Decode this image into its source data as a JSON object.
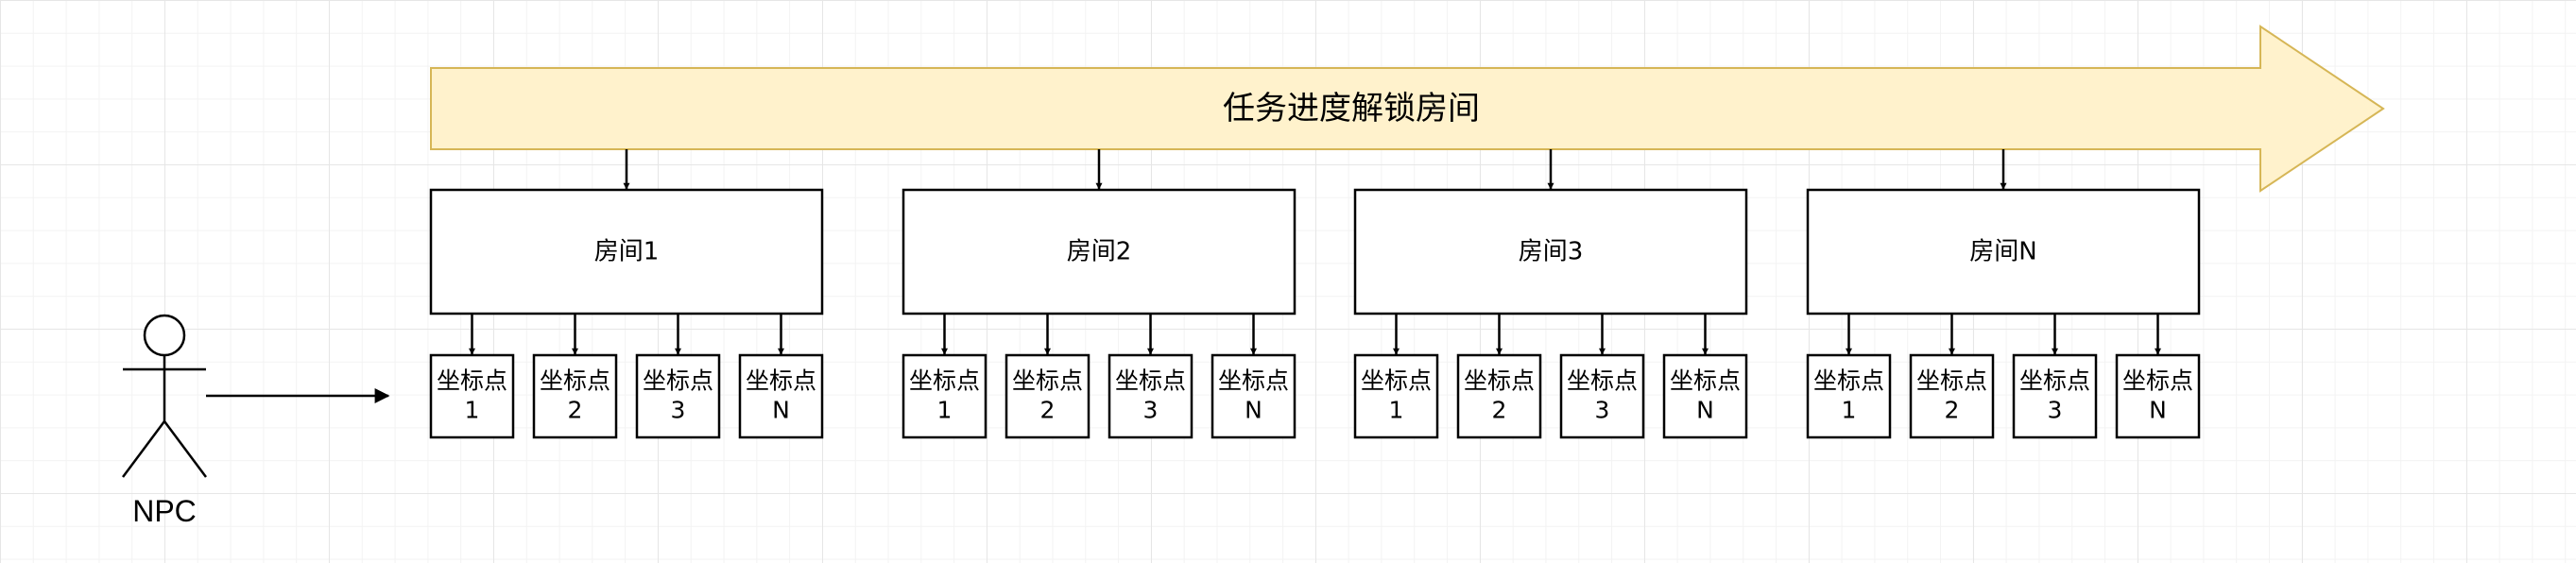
{
  "banner": {
    "label": "任务进度解锁房间",
    "fill": "#fff2cc",
    "stroke": "#d6b656"
  },
  "actor": {
    "label": "NPC",
    "icon": "stick-figure"
  },
  "rooms": [
    {
      "label": "房间1",
      "points": [
        [
          "坐标点",
          "1"
        ],
        [
          "坐标点",
          "2"
        ],
        [
          "坐标点",
          "3"
        ],
        [
          "坐标点",
          "N"
        ]
      ]
    },
    {
      "label": "房间2",
      "points": [
        [
          "坐标点",
          "1"
        ],
        [
          "坐标点",
          "2"
        ],
        [
          "坐标点",
          "3"
        ],
        [
          "坐标点",
          "N"
        ]
      ]
    },
    {
      "label": "房间3",
      "points": [
        [
          "坐标点",
          "1"
        ],
        [
          "坐标点",
          "2"
        ],
        [
          "坐标点",
          "3"
        ],
        [
          "坐标点",
          "N"
        ]
      ]
    },
    {
      "label": "房间N",
      "points": [
        [
          "坐标点",
          "1"
        ],
        [
          "坐标点",
          "2"
        ],
        [
          "坐标点",
          "3"
        ],
        [
          "坐标点",
          "N"
        ]
      ]
    }
  ]
}
